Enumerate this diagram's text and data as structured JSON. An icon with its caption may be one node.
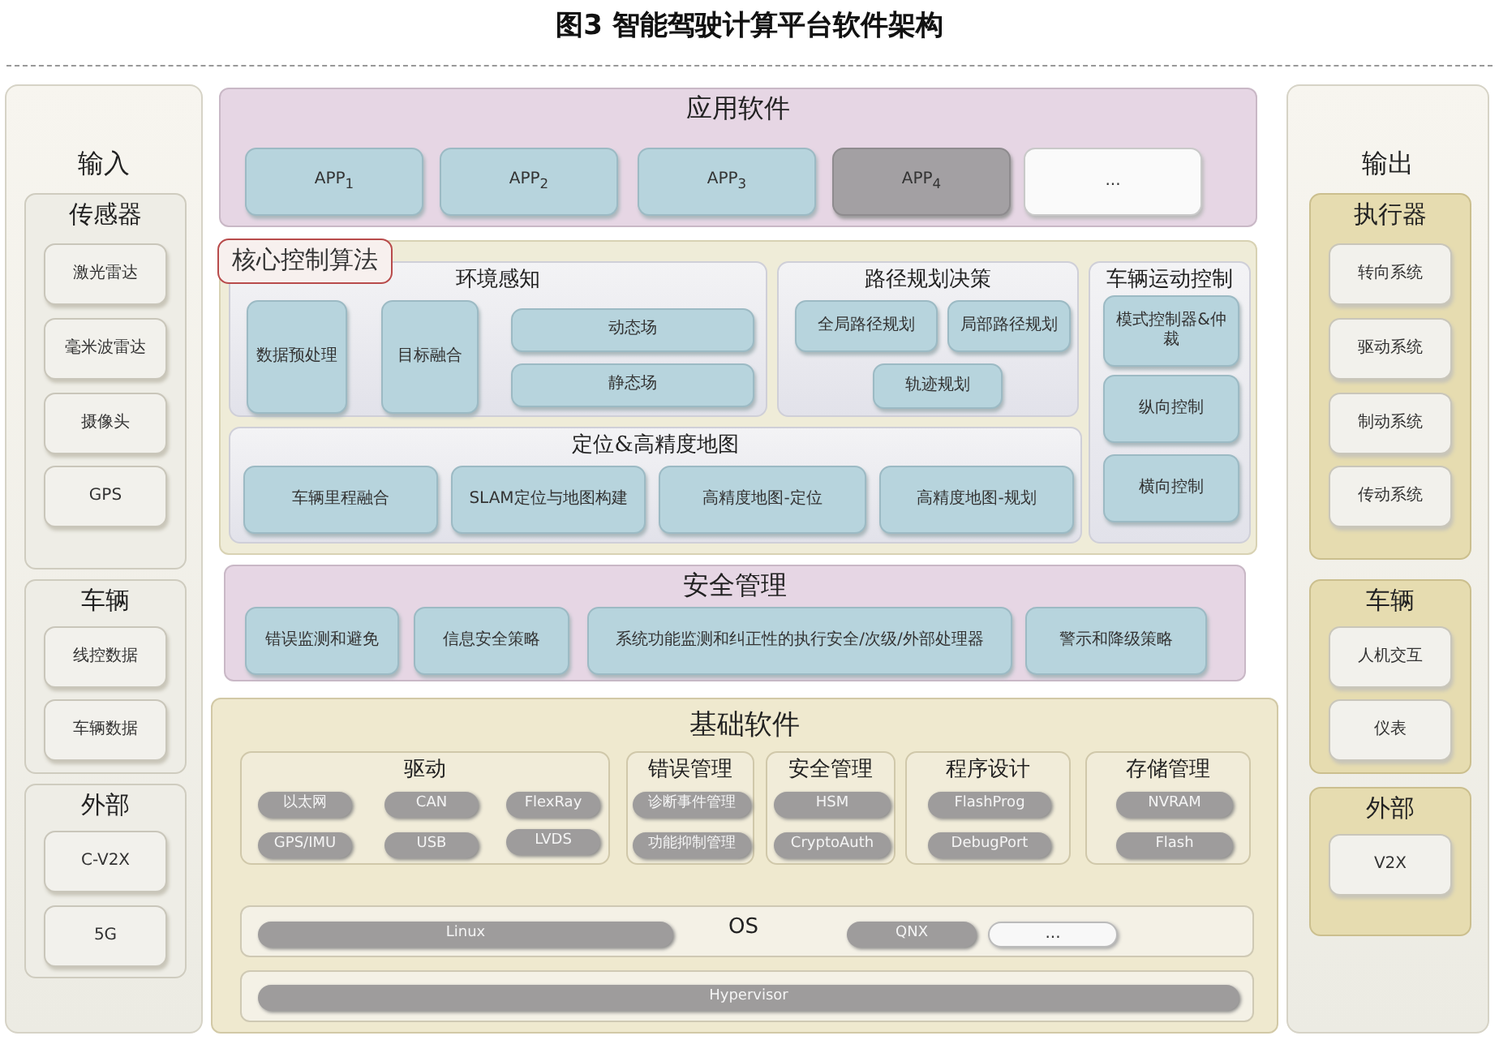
{
  "diagram": {
    "title": "图3  智能驾驶计算平台软件架构",
    "nodes": [
      {
        "text": [
          "输入"
        ]
      },
      {
        "text": [
          "传感器"
        ],
        "in": 0
      },
      {
        "text": [
          "激光雷达"
        ],
        "in": 1
      },
      {
        "text": [
          "毫米波雷达"
        ],
        "in": 1
      },
      {
        "text": [
          "摄像头"
        ],
        "in": 1
      },
      {
        "text": [
          "GPS"
        ],
        "in": 1
      },
      {
        "text": [
          "车辆"
        ],
        "in": 0
      },
      {
        "text": [
          "线控数据"
        ],
        "in": 6
      },
      {
        "text": [
          "车辆数据"
        ],
        "in": 6
      },
      {
        "text": [
          "外部"
        ],
        "in": 0
      },
      {
        "text": [
          "C-V2X"
        ],
        "in": 9
      },
      {
        "text": [
          "5G"
        ],
        "in": 9
      },
      {
        "text": [
          "应用软件"
        ]
      },
      {
        "text": [
          "APP$_{1}$"
        ],
        "in": 12
      },
      {
        "text": [
          "APP$_{2}$"
        ],
        "in": 12
      },
      {
        "text": [
          "APP$_{3}$"
        ],
        "in": 12
      },
      {
        "text": [
          "APP$_{4}$"
        ],
        "in": 12
      },
      {
        "text": [
          "..."
        ],
        "in": 12
      },
      {
        "text": [
          "核心控制算法"
        ]
      },
      {
        "text": [
          "环境感知"
        ],
        "in": 18
      },
      {
        "text": [
          "数据预处理"
        ],
        "in": 19
      },
      {
        "text": [
          "目标融合"
        ],
        "in": 19
      },
      {
        "text": [
          "动态场"
        ],
        "in": 19
      },
      {
        "text": [
          "静态场"
        ],
        "in": 19
      },
      {
        "text": [
          "路径规划决策"
        ],
        "in": 18
      },
      {
        "text": [
          "全局路径规划"
        ],
        "in": 24
      },
      {
        "text": [
          "局部路径规划"
        ],
        "in": 24
      },
      {
        "text": [
          "轨迹规划"
        ],
        "in": 24
      },
      {
        "text": [
          "车辆运动控制"
        ],
        "in": 18
      },
      {
        "text": [
          "模式控制器&仲裁"
        ],
        "in": 28
      },
      {
        "text": [
          "纵向控制"
        ],
        "in": 28
      },
      {
        "text": [
          "横向控制"
        ],
        "in": 28
      },
      {
        "text": [
          "定位&高精度地图"
        ],
        "in": 18
      },
      {
        "text": [
          "车辆里程融合"
        ],
        "in": 32
      },
      {
        "text": [
          "SLAM定位与地图构建"
        ],
        "in": 32
      },
      {
        "text": [
          "高精度地图-定位"
        ],
        "in": 32
      },
      {
        "text": [
          "高精度地图-规划"
        ],
        "in": 32
      },
      {
        "text": [
          "安全管理"
        ]
      },
      {
        "text": [
          "错误监测和避免"
        ],
        "in": 37
      },
      {
        "text": [
          "信息安全策略"
        ],
        "in": 37
      },
      {
        "text": [
          "系统功能监测和纠正性的执行安全/次级/外部处理器"
        ],
        "in": 37
      },
      {
        "text": [
          "警示和降级策略"
        ],
        "in": 37
      },
      {
        "text": [
          "基础软件"
        ]
      },
      {
        "text": [
          "驱动"
        ],
        "in": 42
      },
      {
        "text": [
          "以太网"
        ],
        "in": 43
      },
      {
        "text": [
          "CAN"
        ],
        "in": 43
      },
      {
        "text": [
          "FlexRay"
        ],
        "in": 43
      },
      {
        "text": [
          "GPS/IMU"
        ],
        "in": 43
      },
      {
        "text": [
          "USB"
        ],
        "in": 43
      },
      {
        "text": [
          "LVDS"
        ],
        "in": 43
      },
      {
        "text": [
          "错误管理"
        ],
        "in": 42
      },
      {
        "text": [
          "诊断事件管理"
        ],
        "in": 50
      },
      {
        "text": [
          "功能抑制管理"
        ],
        "in": 50
      },
      {
        "text": [
          "安全管理"
        ],
        "in": 42
      },
      {
        "text": [
          "HSM"
        ],
        "in": 53
      },
      {
        "text": [
          "CryptoAuth"
        ],
        "in": 53
      },
      {
        "text": [
          "程序设计"
        ],
        "in": 42
      },
      {
        "text": [
          "FlashProg"
        ],
        "in": 56
      },
      {
        "text": [
          "DebugPort"
        ],
        "in": 56
      },
      {
        "text": [
          "存储管理"
        ],
        "in": 42
      },
      {
        "text": [
          "NVRAM"
        ],
        "in": 59
      },
      {
        "text": [
          "Flash"
        ],
        "in": 59
      },
      {
        "text": [
          "OS"
        ],
        "in": 42
      },
      {
        "text": [
          "Linux"
        ],
        "in": 62
      },
      {
        "text": [
          "QNX"
        ],
        "in": 62
      },
      {
        "text": [
          "..."
        ],
        "in": 62
      },
      {
        "text": [],
        "shape": "box",
        "in": 42
      },
      {
        "text": [
          "Hypervisor"
        ],
        "in": 66
      },
      {
        "text": [
          "输出"
        ]
      },
      {
        "text": [
          "执行器"
        ],
        "in": 68
      },
      {
        "text": [
          "转向系统"
        ],
        "in": 69
      },
      {
        "text": [
          "驱动系统"
        ],
        "in": 69
      },
      {
        "text": [
          "制动系统"
        ],
        "in": 69
      },
      {
        "text": [
          "传动系统"
        ],
        "in": 69
      },
      {
        "text": [
          "车辆"
        ],
        "in": 68
      },
      {
        "text": [
          "人机交互"
        ],
        "in": 74
      },
      {
        "text": [
          "仪表"
        ],
        "in": 74
      },
      {
        "text": [
          "外部"
        ],
        "in": 68
      },
      {
        "text": [
          "V2X"
        ],
        "in": 77
      }
    ],
    "edges": []
  }
}
